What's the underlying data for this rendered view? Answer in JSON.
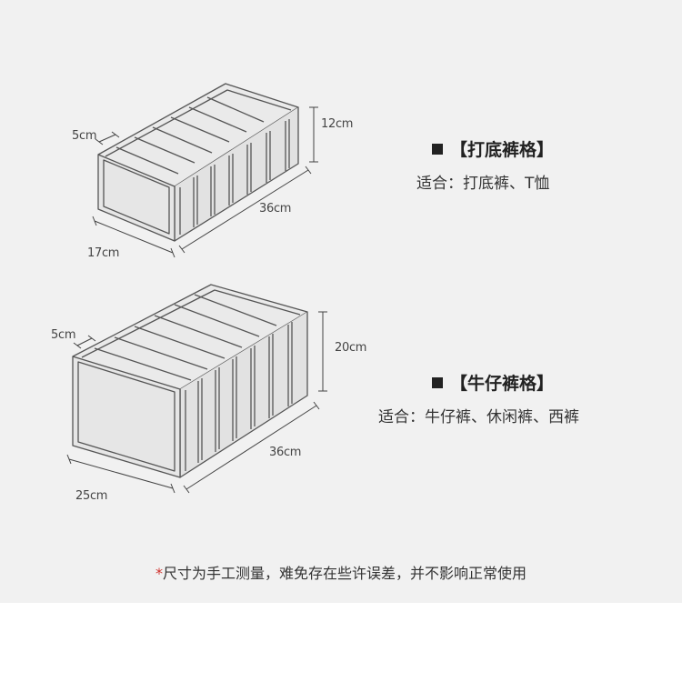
{
  "product1": {
    "dims": {
      "width": "5cm",
      "height": "12cm",
      "length": "36cm",
      "depth": "17cm"
    },
    "title": "【打底裤格】",
    "subtitle": "适合：打底裤、T恤"
  },
  "product2": {
    "dims": {
      "width": "5cm",
      "height": "20cm",
      "length": "36cm",
      "depth": "25cm"
    },
    "title": "【牛仔裤格】",
    "subtitle": "适合：牛仔裤、休闲裤、西裤"
  },
  "note": {
    "star": "*",
    "text": "尺寸为手工测量，难免存在些许误差，并不影响正常使用"
  },
  "colors": {
    "panel": "#f1f1f1",
    "box_fill": "#e6e6e6",
    "box_stroke": "#555555",
    "note_star": "#d0312d"
  }
}
